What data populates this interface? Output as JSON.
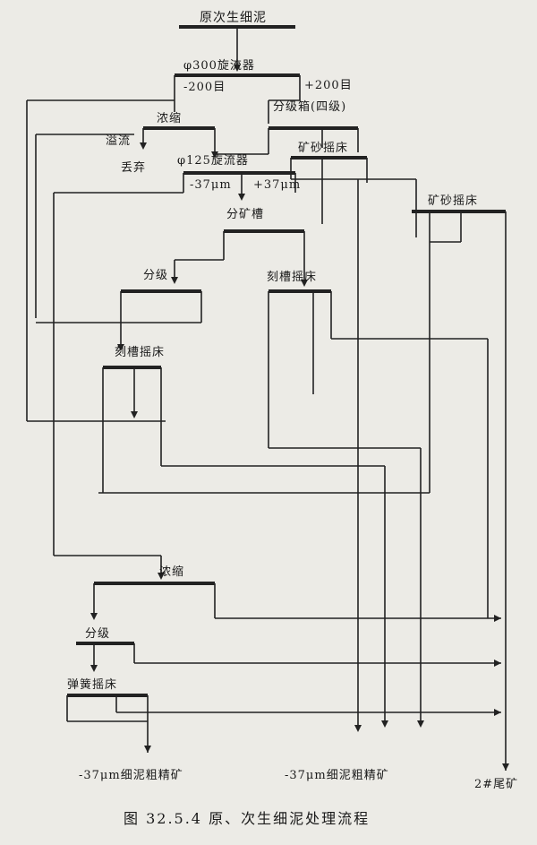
{
  "labels": {
    "feed": "原次生细泥",
    "cyclone300": "φ300旋流器",
    "m200": "-200目",
    "p200": "+200目",
    "thicken1": "浓缩",
    "classbox": "分级箱(四级)",
    "overflow": "溢流",
    "discard": "丢弃",
    "cyclone125": "φ125旋流器",
    "sandtable1": "矿砂摇床",
    "m37": "-37μm",
    "p37": "+37μm",
    "sandtable2": "矿砂摇床",
    "chute": "分矿槽",
    "classify1": "分级",
    "slimetable1": "刻槽摇床",
    "slimetable2": "刻槽摇床",
    "thicken2": "浓缩",
    "classify2": "分级",
    "springtable": "弹簧摇床",
    "product1": "-37μm细泥粗精矿",
    "product2": "-37μm细泥粗精矿",
    "product3": "2#尾矿",
    "caption": "图 32.5.4   原、次生细泥处理流程"
  }
}
